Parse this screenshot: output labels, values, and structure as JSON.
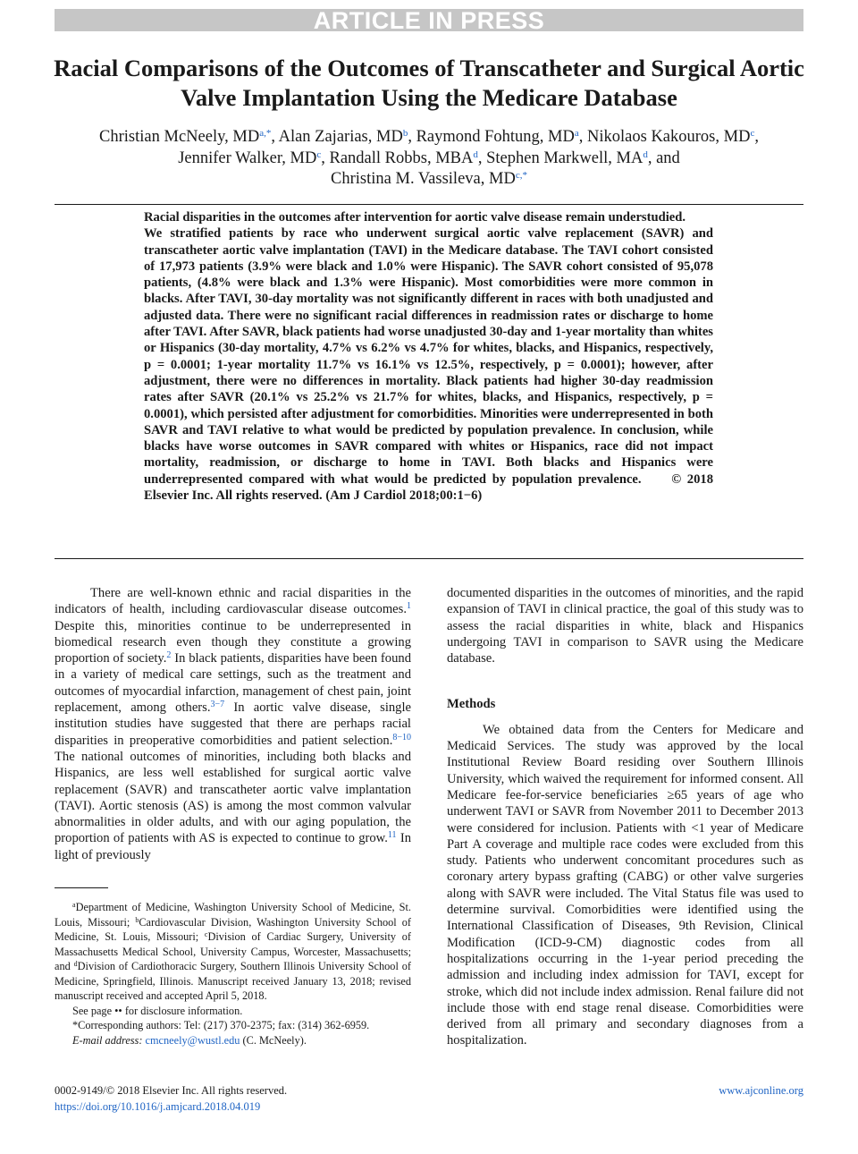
{
  "banner": "ARTICLE IN PRESS",
  "title": "Racial Comparisons of the Outcomes of Transcatheter and Surgical Aortic Valve Implantation Using the Medicare Database",
  "authors": [
    {
      "name": "Christian McNeely, MD",
      "aff": "a,*",
      "sep": ","
    },
    {
      "name": "Alan Zajarias, MD",
      "aff": "b",
      "sep": ","
    },
    {
      "name": "Raymond Fohtung, MD",
      "aff": "a",
      "sep": ","
    },
    {
      "name": "Nikolaos Kakouros, MD",
      "aff": "c",
      "sep": ","
    },
    {
      "name": "Jennifer Walker, MD",
      "aff": "c",
      "sep": ","
    },
    {
      "name": "Randall Robbs, MBA",
      "aff": "d",
      "sep": ","
    },
    {
      "name": "Stephen Markwell, MA",
      "aff": "d",
      "sep": ", and"
    },
    {
      "name": "Christina M. Vassileva, MD",
      "aff": "c,*",
      "sep": ""
    }
  ],
  "abstract": {
    "p1": "Racial disparities in the outcomes after intervention for aortic valve disease remain understudied.",
    "p2": "We stratified patients by race who underwent surgical aortic valve replacement (SAVR) and transcatheter aortic valve implantation (TAVI) in the Medicare database. The TAVI cohort consisted of 17,973 patients (3.9% were black and 1.0% were Hispanic). The SAVR cohort consisted of 95,078 patients, (4.8% were black and 1.3% were Hispanic). Most comorbidities were more common in blacks. After TAVI, 30-day mortality was not significantly different in races with both unadjusted and adjusted data. There were no significant racial differences in readmission rates or discharge to home after TAVI. After SAVR, black patients had worse unadjusted 30-day and 1-year mortality than whites or Hispanics (30-day mortality, 4.7% vs 6.2% vs 4.7% for whites, blacks, and Hispanics, respectively, p = 0.0001; 1-year mortality 11.7% vs 16.1% vs 12.5%, respectively, p = 0.0001); however, after adjustment, there were no differences in mortality. Black patients had higher 30-day readmission rates after SAVR (20.1% vs 25.2% vs 21.7% for whites, blacks, and Hispanics, respectively, p = 0.0001), which persisted after adjustment for comorbidities. Minorities were underrepresented in both SAVR and TAVI relative to what would be predicted by population prevalence. In conclusion, while blacks have worse outcomes in SAVR compared with whites or Hispanics, race did not impact mortality, readmission, or discharge to home in TAVI. Both blacks and Hispanics were underrepresented compared with what would be predicted by population prevalence.",
    "copyright": "© 2018 Elsevier Inc. All rights reserved. (Am J Cardiol 2018;00:1−6)"
  },
  "left_col": {
    "t1": "There are well-known ethnic and racial disparities in the indicators of health, including cardiovascular disease outcomes.",
    "r1": "1",
    "t2": " Despite this, minorities continue to be underrepresented in biomedical research even though they constitute a growing proportion of society.",
    "r2": "2",
    "t3": " In black patients, disparities have been found in a variety of medical care settings, such as the treatment and outcomes of myocardial infarction, management of chest pain, joint replacement, among others.",
    "r3": "3−7",
    "t4": " In aortic valve disease, single institution studies have suggested that there are perhaps racial disparities in preoperative comorbidities and patient selection.",
    "r4": "8−10",
    "t5": " The national outcomes of minorities, including both blacks and Hispanics, are less well established for surgical aortic valve replacement (SAVR) and transcatheter aortic valve implantation (TAVI). Aortic stenosis (AS) is among the most common valvular abnormalities in older adults, and with our aging population, the proportion of patients with AS is expected to continue to grow.",
    "r5": "11",
    "t6": " In light of previously"
  },
  "footnotes": {
    "affiliations": [
      {
        "sup": "a",
        "text": "Department of Medicine, Washington University School of Medicine, St. Louis, Missouri; "
      },
      {
        "sup": "b",
        "text": "Cardiovascular Division, Washington University School of Medicine, St. Louis, Missouri; "
      },
      {
        "sup": "c",
        "text": "Division of Cardiac Surgery, University of Massachusetts Medical School, University Campus, Worcester, Massachusetts; and "
      },
      {
        "sup": "d",
        "text": "Division of Cardiothoracic Surgery, Southern Illinois University School of Medicine, Springfield, Illinois. Manuscript received January 13, 2018; revised manuscript received and accepted April 5, 2018."
      }
    ],
    "disclosure_pre": "See page ",
    "disclosure_marker": "••",
    "disclosure_post": " for disclosure information.",
    "corresponding": "*Corresponding authors: Tel: (217) 370-2375; fax: (314) 362-6959.",
    "email_label": "E-mail address:",
    "email": "cmcneely@wustl.edu",
    "email_owner": " (C. McNeely)."
  },
  "right_col": {
    "p1": "documented disparities in the outcomes of minorities, and the rapid expansion of TAVI in clinical practice, the goal of this study was to assess the racial disparities in white, black and Hispanics undergoing TAVI in comparison to SAVR using the Medicare database.",
    "methods_heading": "Methods",
    "p2": "We obtained data from the Centers for Medicare and Medicaid Services. The study was approved by the local Institutional Review Board residing over Southern Illinois University, which waived the requirement for informed consent. All Medicare fee-for-service beneficiaries ≥65 years of age who underwent TAVI or SAVR from November 2011 to December 2013 were considered for inclusion. Patients with <1 year of Medicare Part A coverage and multiple race codes were excluded from this study. Patients who underwent concomitant procedures such as coronary artery bypass grafting (CABG) or other valve surgeries along with SAVR were included. The Vital Status file was used to determine survival. Comorbidities were identified using the International Classification of Diseases, 9th Revision, Clinical Modification (ICD-9-CM) diagnostic codes from all hospitalizations occurring in the 1-year period preceding the admission and including index admission for TAVI, except for stroke, which did not include index admission. Renal failure did not include those with end stage renal disease. Comorbidities were derived from all primary and secondary diagnoses from a hospitalization."
  },
  "footer": {
    "issn": "0002-9149/© 2018 Elsevier Inc. All rights reserved.",
    "doi": "https://doi.org/10.1016/j.amjcard.2018.04.019",
    "website": "www.ajconline.org"
  },
  "colors": {
    "link": "#1f64c4",
    "banner_bg": "#c6c6c6"
  }
}
